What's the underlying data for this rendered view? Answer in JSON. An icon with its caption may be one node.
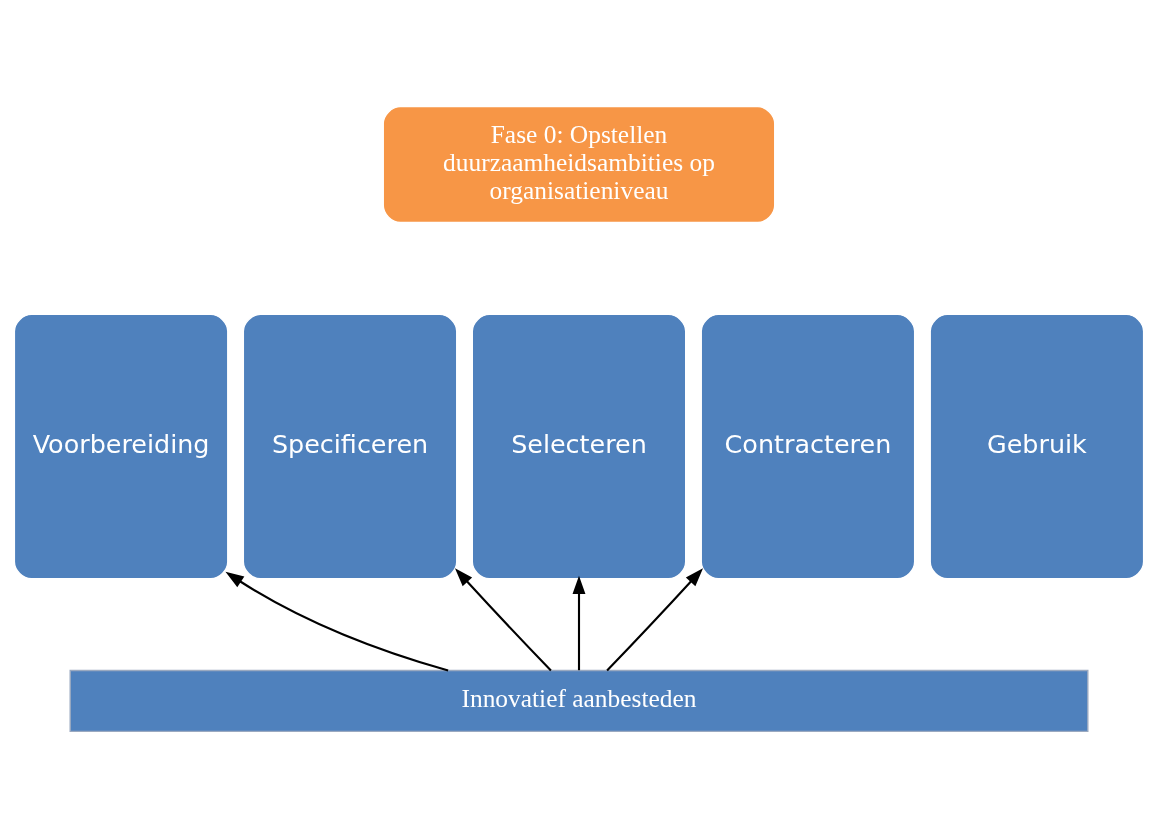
{
  "diagram": {
    "nodes": [
      {
        "text": [
          "Fase 0: Opstellen duurzaamheidsambities op organisatieniveau"
        ]
      },
      {
        "text": [
          "Voorbereiding"
        ]
      },
      {
        "text": [
          "Specificeren"
        ]
      },
      {
        "text": [
          "Selecteren"
        ]
      },
      {
        "text": [
          "Contracteren"
        ]
      },
      {
        "text": [
          "Gebruik"
        ]
      },
      {
        "text": [
          "Innovatief aanbesteden"
        ]
      }
    ],
    "edges": [
      {
        "from": 6,
        "to": 1,
        "arrow": "to"
      },
      {
        "from": 6,
        "to": 2,
        "arrow": "to"
      },
      {
        "from": 6,
        "to": 3,
        "arrow": "to"
      },
      {
        "from": 6,
        "to": 4,
        "arrow": "to"
      }
    ]
  }
}
